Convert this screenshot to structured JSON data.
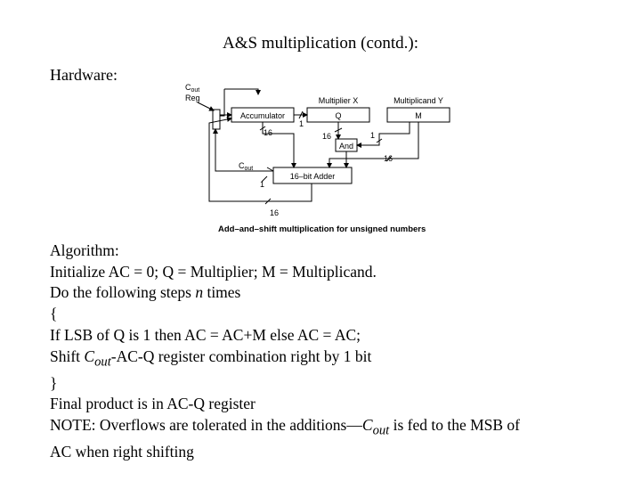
{
  "slide": {
    "title": "A&S multiplication (contd.):",
    "hardware_heading": "Hardware:"
  },
  "diagram": {
    "cout_reg_label_1": "C",
    "cout_reg_label_sub": "out",
    "cout_reg_label_2": "Reg",
    "accumulator": "Accumulator",
    "multiplier_label": "Multiplier X",
    "multiplier_box": "Q",
    "multiplicand_label": "Multiplicand Y",
    "multiplicand_box": "M",
    "and_gate": "And",
    "adder": "16–bit Adder",
    "cout_label": "C",
    "cout_sub": "out",
    "width_acc": "16",
    "width_q": "16",
    "width_and": "1",
    "width_m": "16",
    "width_shift": "1",
    "width_cout": "1",
    "width_bottom": "16",
    "caption": "Add–and–shift multiplication for unsigned numbers"
  },
  "algorithm": {
    "heading": "Algorithm:",
    "line1": "Initialize AC = 0; Q = Multiplier; M = Multiplicand.",
    "line2_pre": "Do the following steps ",
    "line2_var": "n",
    "line2_post": " times",
    "brace_open": "{",
    "line3": "If LSB of Q is 1 then AC = AC+M else AC = AC;",
    "line4_pre": "Shift ",
    "line4_var": "C",
    "line4_sub": "out",
    "line4_post": "-AC-Q register combination right by 1 bit",
    "brace_close": "}",
    "line5": "Final product is in AC-Q register",
    "note_pre": "NOTE: Overflows are tolerated in the additions—",
    "note_var": "C",
    "note_sub": "out",
    "note_post": " is fed to the MSB of",
    "note_line2": "AC when right shifting"
  }
}
